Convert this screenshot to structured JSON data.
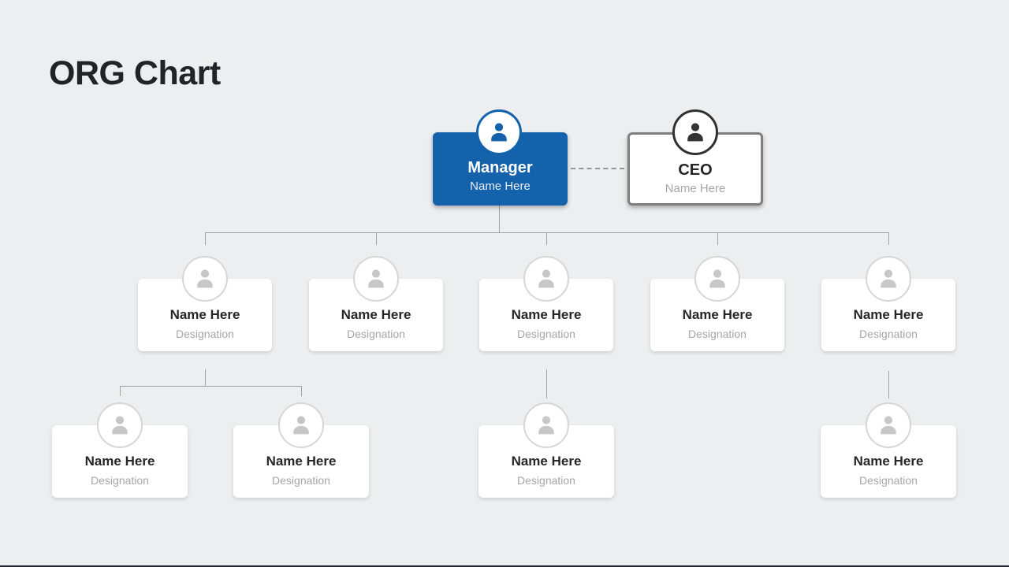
{
  "slide": {
    "title": "ORG Chart"
  },
  "colors": {
    "background": "#edeef0",
    "accent_blue": "#1461ac",
    "card_white": "#ffffff",
    "ceo_border_gray": "#7f7f7f",
    "connector_gray": "#a3a3a3",
    "text_dark": "#262626",
    "text_muted": "#a6a6a6"
  },
  "icons": {
    "avatar_icon": "person-icon"
  },
  "manager": {
    "title": "Manager",
    "name": "Name Here"
  },
  "ceo": {
    "title": "CEO",
    "name": "Name Here"
  },
  "level2": [
    {
      "name": "Name Here",
      "designation": "Designation"
    },
    {
      "name": "Name Here",
      "designation": "Designation"
    },
    {
      "name": "Name Here",
      "designation": "Designation"
    },
    {
      "name": "Name Here",
      "designation": "Designation"
    },
    {
      "name": "Name Here",
      "designation": "Designation"
    }
  ],
  "level3": [
    {
      "name": "Name Here",
      "designation": "Designation"
    },
    {
      "name": "Name Here",
      "designation": "Designation"
    },
    {
      "name": "Name Here",
      "designation": "Designation"
    },
    {
      "name": "Name Here",
      "designation": "Designation"
    }
  ]
}
